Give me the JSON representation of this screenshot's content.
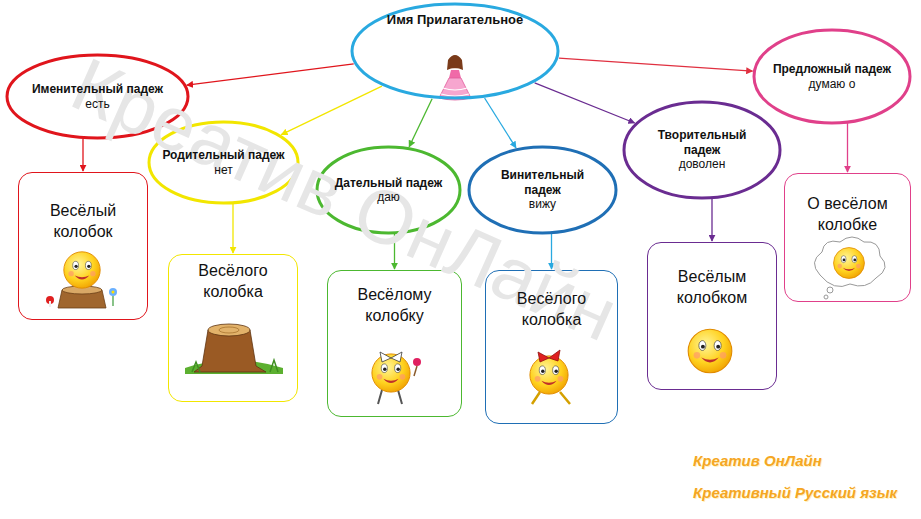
{
  "diagram": {
    "nodes": [
      {
        "text": [
          "Имя Прилагательное"
        ]
      },
      {
        "text": [
          "Именительный падеж",
          "есть"
        ]
      },
      {
        "text": [
          "Родительный падеж",
          "нет"
        ]
      },
      {
        "text": [
          "Дательный падеж",
          "даю"
        ]
      },
      {
        "text": [
          "Винительный падеж",
          "вижу"
        ]
      },
      {
        "text": [
          "Творительный падеж",
          "доволен"
        ]
      },
      {
        "text": [
          "Предложный падеж",
          "думаю о"
        ]
      },
      {
        "text": [
          "Весёлый колобок"
        ]
      },
      {
        "text": [
          "Весёлого колобка"
        ]
      },
      {
        "text": [
          "Весёлому колобку"
        ]
      },
      {
        "text": [
          "Весёлого колобка"
        ]
      },
      {
        "text": [
          "Весёлым колобком"
        ]
      },
      {
        "text": [
          "О весёлом колобке"
        ]
      }
    ],
    "edges": [
      {
        "from": 0,
        "to": 1,
        "arrow": "to"
      },
      {
        "from": 0,
        "to": 2,
        "arrow": "to"
      },
      {
        "from": 0,
        "to": 3,
        "arrow": "to"
      },
      {
        "from": 0,
        "to": 4,
        "arrow": "to"
      },
      {
        "from": 0,
        "to": 5,
        "arrow": "to"
      },
      {
        "from": 0,
        "to": 6,
        "arrow": "to"
      },
      {
        "from": 1,
        "to": 7,
        "arrow": "to"
      },
      {
        "from": 2,
        "to": 8,
        "arrow": "to"
      },
      {
        "from": 3,
        "to": 9,
        "arrow": "to"
      },
      {
        "from": 4,
        "to": 10,
        "arrow": "to"
      },
      {
        "from": 5,
        "to": 11,
        "arrow": "to"
      },
      {
        "from": 6,
        "to": 12,
        "arrow": "to"
      }
    ],
    "labels": [
      "Креатив ОнЛайн",
      "Креатив ОнЛайн",
      "Креативный Русский язык"
    ]
  }
}
